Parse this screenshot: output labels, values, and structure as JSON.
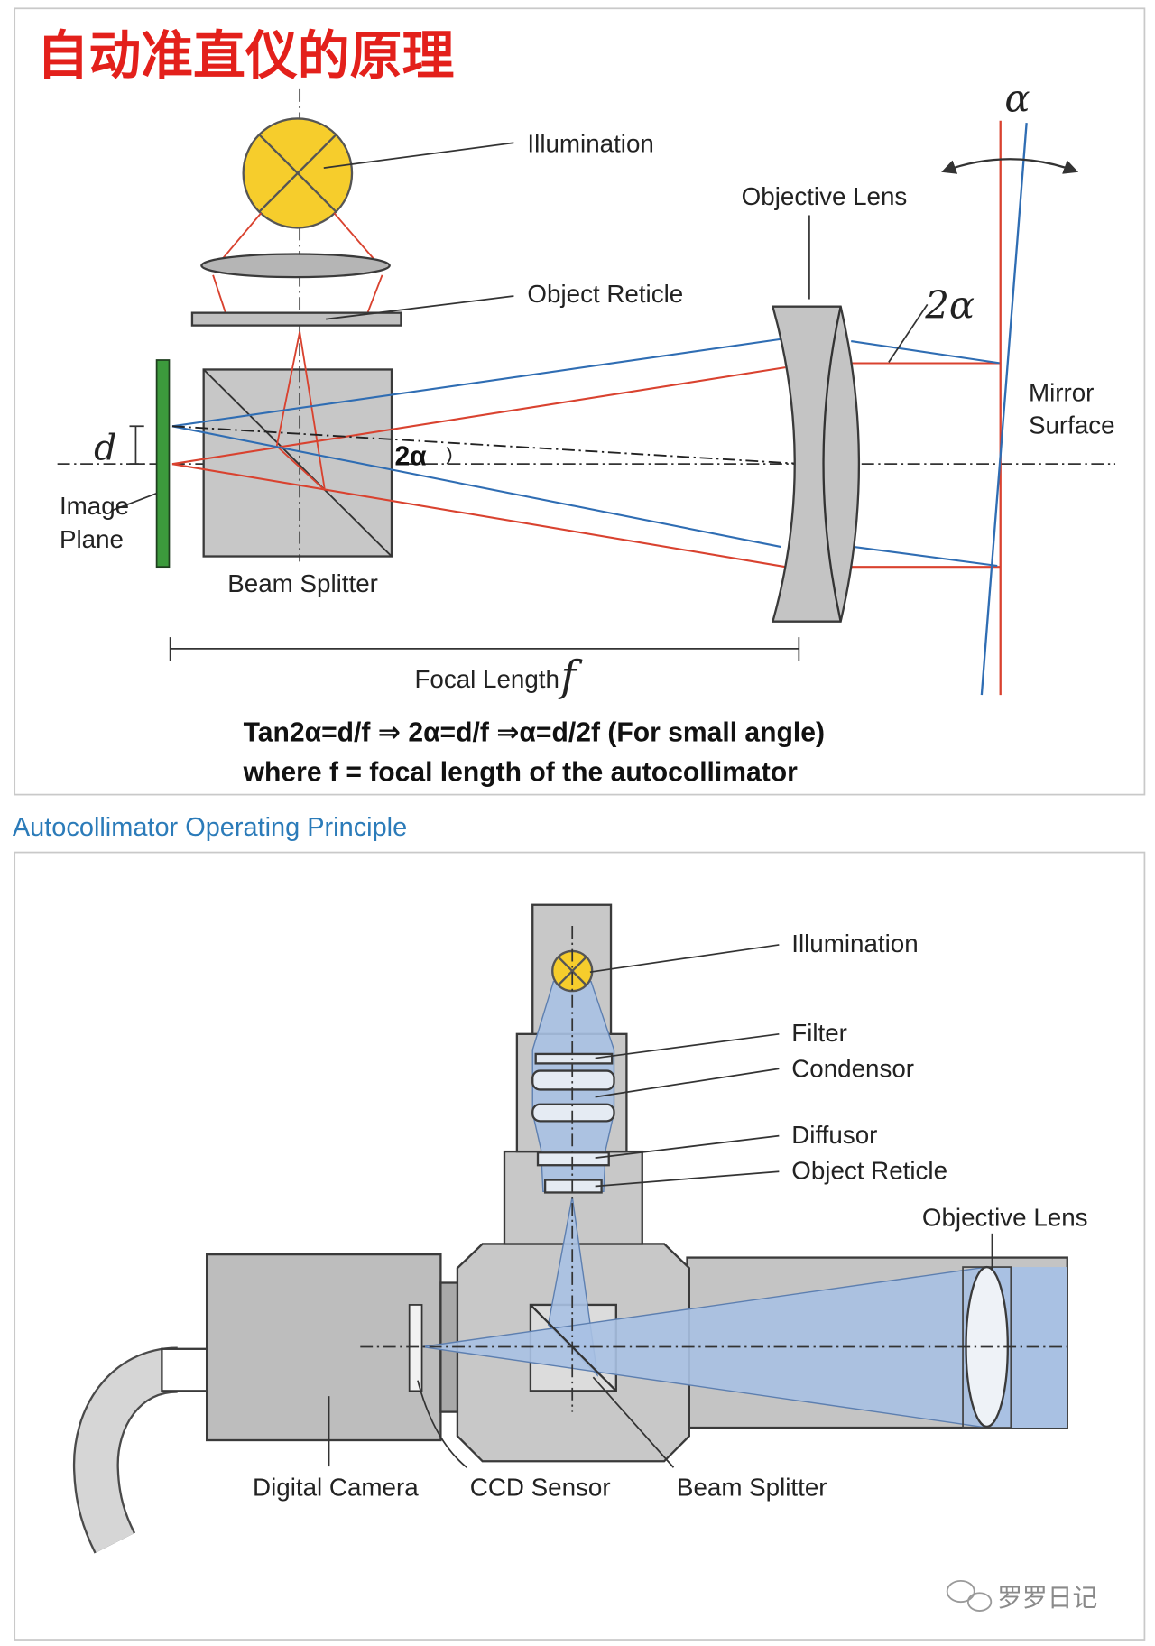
{
  "title": "自动准直仪的原理",
  "diagram1": {
    "illumination": "Illumination",
    "object_reticle": "Object Reticle",
    "objective_lens": "Objective Lens",
    "alpha": "α",
    "two_alpha_mirror": "2α",
    "mirror_surface": [
      "Mirror",
      "Surface"
    ],
    "d": "d",
    "two_alpha_center": "2α",
    "image_plane": [
      "Image",
      "Plane"
    ],
    "beam_splitter": "Beam Splitter",
    "focal_length": "Focal Length",
    "f": "f"
  },
  "formula": {
    "line1": "Tan2α=d/f ⇒ 2α=d/f ⇒α=d/2f (For small angle)",
    "line2": "where f = focal length of the autocollimator"
  },
  "caption": "Autocollimator Operating Principle",
  "diagram2": {
    "illumination": "Illumination",
    "filter": "Filter",
    "condensor": "Condensor",
    "diffusor": "Diffusor",
    "object_reticle": "Object Reticle",
    "objective_lens": "Objective Lens",
    "digital_camera": "Digital Camera",
    "ccd_sensor": "CCD Sensor",
    "beam_splitter": "Beam Splitter"
  },
  "watermark": "罗罗日记",
  "colors": {
    "title_red": "#e3201b",
    "ray_red": "#d9422f",
    "ray_blue": "#2f6db3",
    "light_beam": "#a9c1e3",
    "illumination": "#f6cd2c",
    "image_plane": "#3c9a3c",
    "caption_blue": "#2b7bb9"
  }
}
